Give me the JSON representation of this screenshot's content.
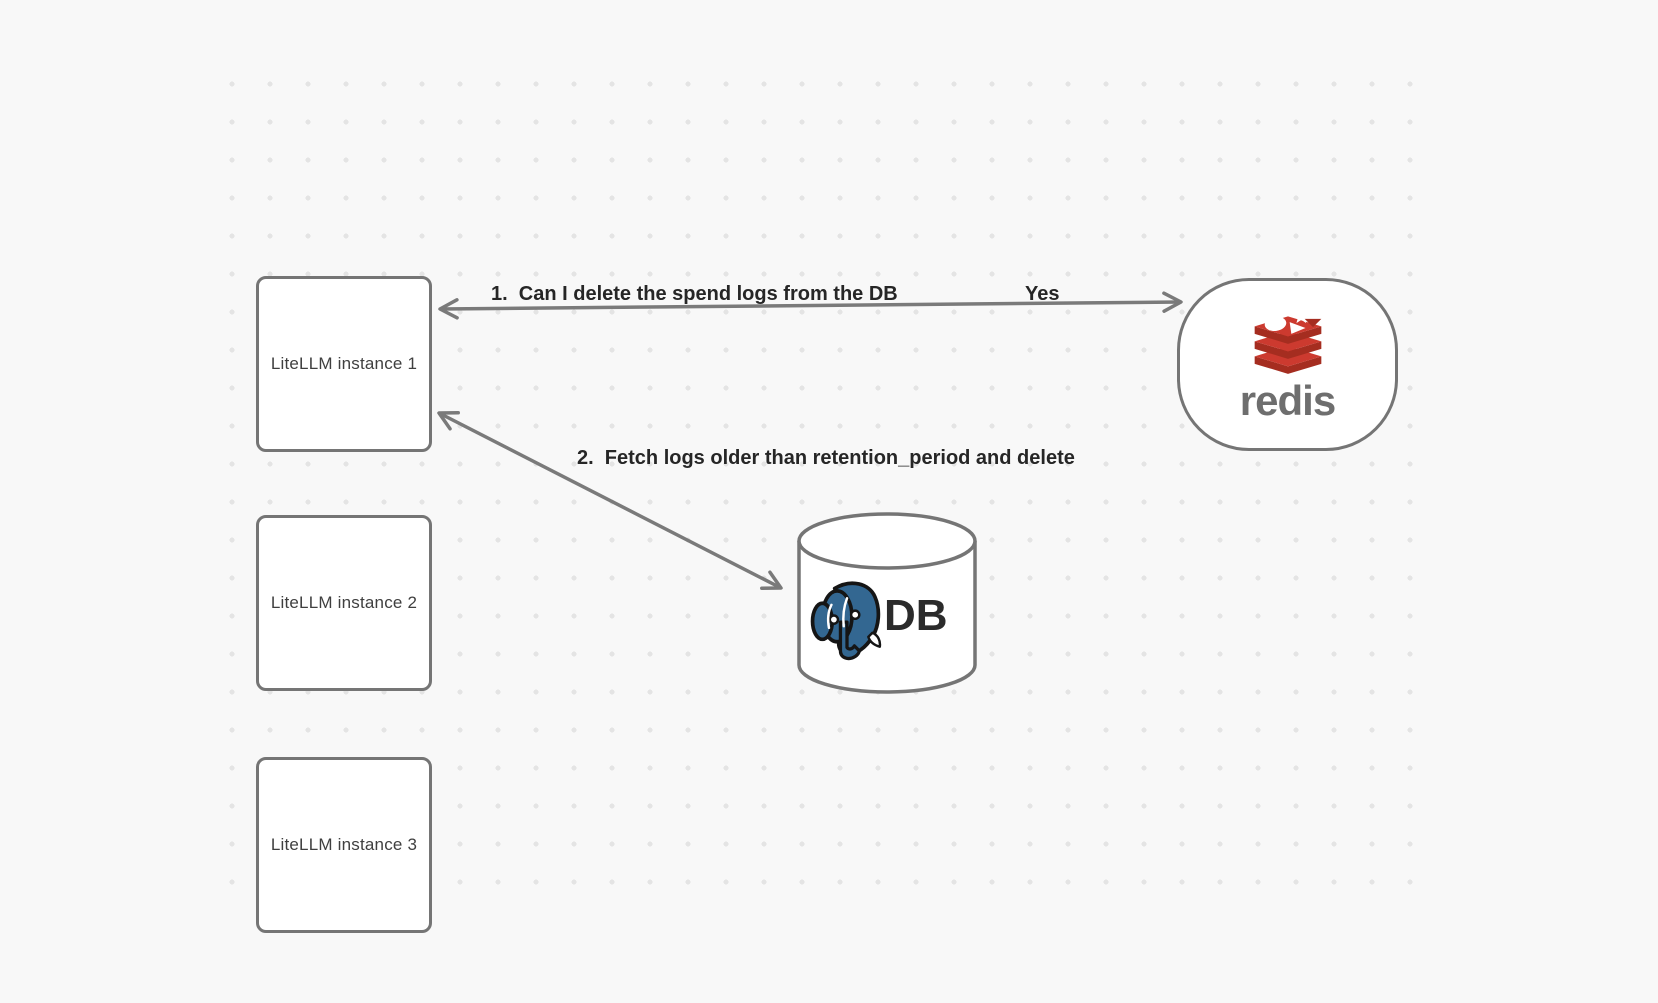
{
  "canvas": {
    "background_color": "#f8f8f8",
    "dot_color": "#e4e4e4"
  },
  "nodes": {
    "litellm_instances": [
      {
        "label": "LiteLLM instance 1"
      },
      {
        "label": "LiteLLM instance 2"
      },
      {
        "label": "LiteLLM instance 3"
      }
    ],
    "redis": {
      "wordmark": "redis"
    },
    "db": {
      "label": "DB"
    }
  },
  "edges": [
    {
      "from": "redis",
      "to": "LiteLLM instance 1",
      "label": "1.  Can I delete the spend logs from the DB",
      "response": "Yes",
      "arrowheads": "both"
    },
    {
      "from": "LiteLLM instance 1",
      "to": "DB",
      "label": "2.  Fetch logs older than retention_period and delete",
      "arrowheads": "both"
    }
  ],
  "colors": {
    "node_border": "#757575",
    "arrow": "#7a7a7a",
    "label_text": "#262626",
    "node_text": "#3f3f3f",
    "redis_red": "#cc3a2f",
    "redis_red_dark": "#a52d20",
    "redis_wordmark": "#6e6e6e",
    "postgres_blue": "#336791",
    "db_text": "#2b2b2b"
  }
}
